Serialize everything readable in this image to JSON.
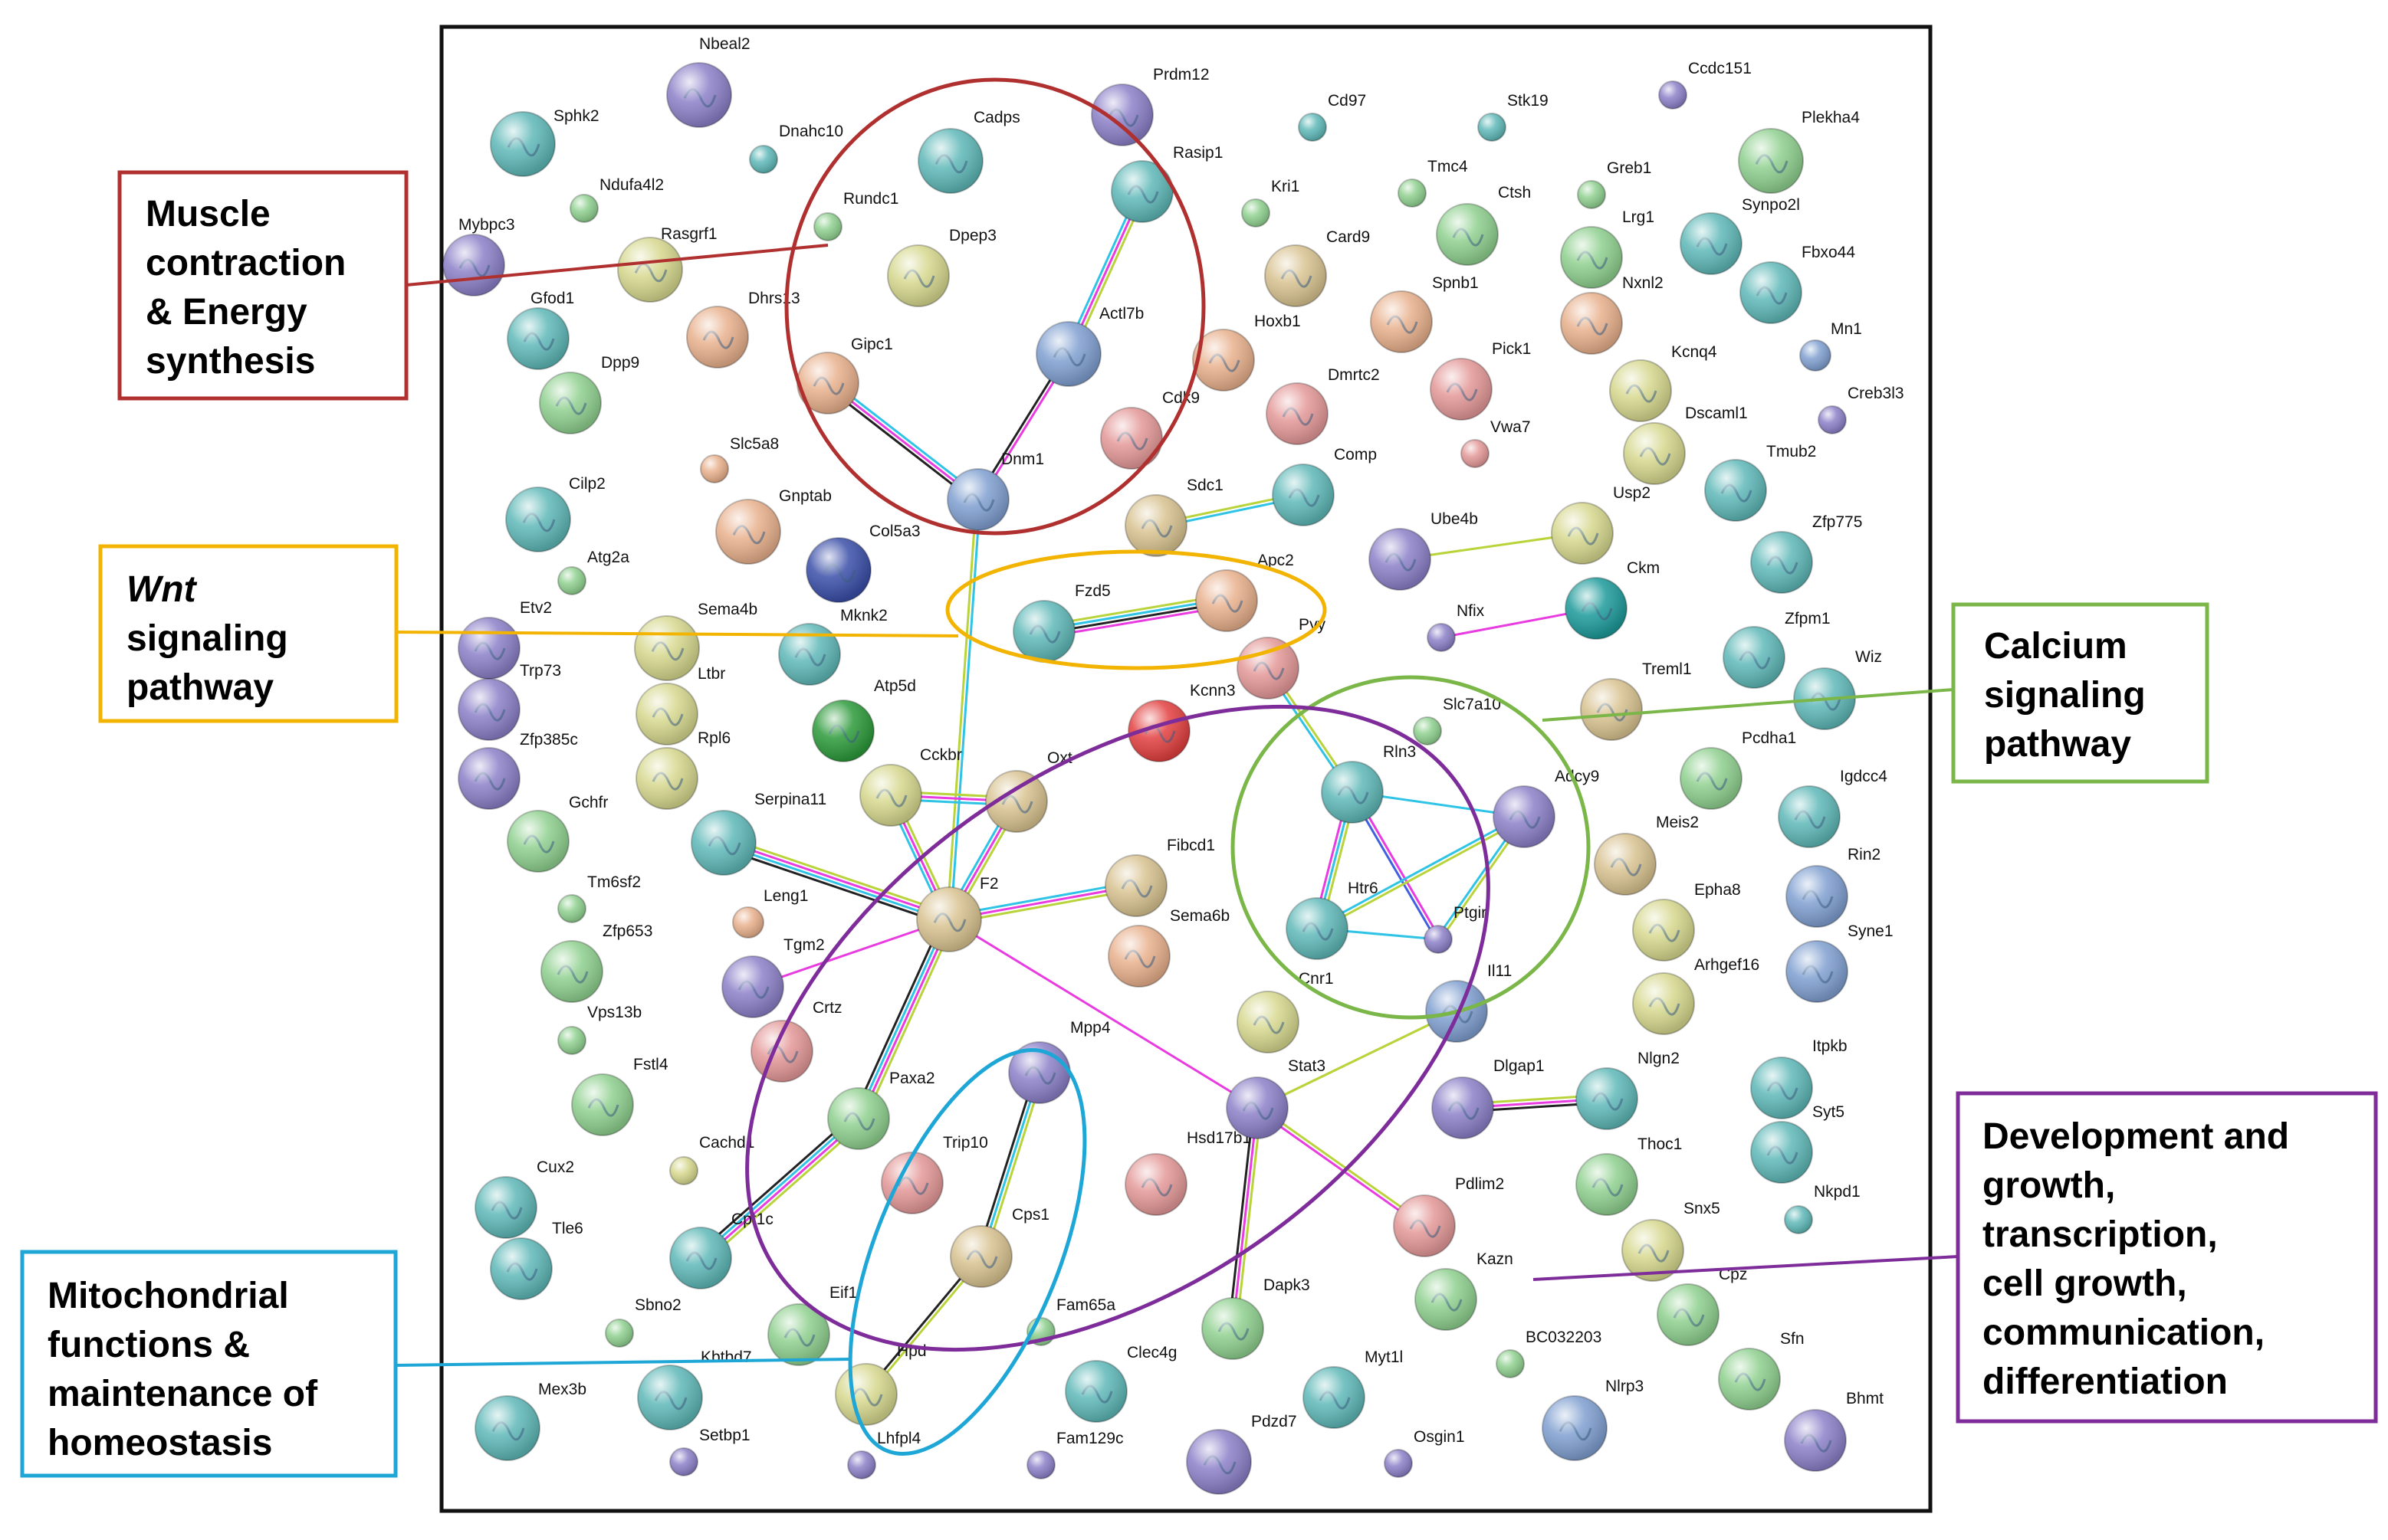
{
  "nodes": [
    {
      "id": "Nbeal2",
      "color": "purple"
    },
    {
      "id": "Sphk2",
      "color": "teal"
    },
    {
      "id": "Dnahc10",
      "color": "teal"
    },
    {
      "id": "Ndufa4l2",
      "color": "green"
    },
    {
      "id": "Mybpc3",
      "color": "purple"
    },
    {
      "id": "Rasgrf1",
      "color": "olive"
    },
    {
      "id": "Gfod1",
      "color": "teal"
    },
    {
      "id": "Dhrs13",
      "color": "orange"
    },
    {
      "id": "Dpp9",
      "color": "green"
    },
    {
      "id": "Slc5a8",
      "color": "orange"
    },
    {
      "id": "Cilp2",
      "color": "teal"
    },
    {
      "id": "Gnptab",
      "color": "orange"
    },
    {
      "id": "Col5a3",
      "color": "navy"
    },
    {
      "id": "Atg2a",
      "color": "green"
    },
    {
      "id": "Etv2",
      "color": "purple"
    },
    {
      "id": "Sema4b",
      "color": "olive"
    },
    {
      "id": "Mknk2",
      "color": "teal"
    },
    {
      "id": "Trp73",
      "color": "purple"
    },
    {
      "id": "Ltbr",
      "color": "olive"
    },
    {
      "id": "Zfp385c",
      "color": "purple"
    },
    {
      "id": "Rpl6",
      "color": "olive"
    },
    {
      "id": "Atp5d",
      "color": "darkgreen"
    },
    {
      "id": "Gchfr",
      "color": "green"
    },
    {
      "id": "Serpina11",
      "color": "teal"
    },
    {
      "id": "Cckbr",
      "color": "olive"
    },
    {
      "id": "Oxt",
      "color": "tan"
    },
    {
      "id": "Tm6sf2",
      "color": "green"
    },
    {
      "id": "Leng1",
      "color": "orange"
    },
    {
      "id": "Zfp653",
      "color": "green"
    },
    {
      "id": "Tgm2",
      "color": "purple"
    },
    {
      "id": "F2",
      "color": "tan"
    },
    {
      "id": "Vps13b",
      "color": "green"
    },
    {
      "id": "Crtz",
      "color": "pink"
    },
    {
      "id": "Fstl4",
      "color": "green"
    },
    {
      "id": "Cachd1",
      "color": "olive"
    },
    {
      "id": "Cux2",
      "color": "teal"
    },
    {
      "id": "Tle6",
      "color": "teal"
    },
    {
      "id": "Cpt1c",
      "color": "teal"
    },
    {
      "id": "Sbno2",
      "color": "green"
    },
    {
      "id": "Eif1",
      "color": "green"
    },
    {
      "id": "Kbtbd7",
      "color": "teal"
    },
    {
      "id": "Mex3b",
      "color": "teal"
    },
    {
      "id": "Setbp1",
      "color": "purple"
    },
    {
      "id": "Cadps",
      "color": "teal"
    },
    {
      "id": "Rundc1",
      "color": "green"
    },
    {
      "id": "Dpep3",
      "color": "olive"
    },
    {
      "id": "Gipc1",
      "color": "orange"
    },
    {
      "id": "Dnm1",
      "color": "blue"
    },
    {
      "id": "Prdm12",
      "color": "purple"
    },
    {
      "id": "Rasip1",
      "color": "teal"
    },
    {
      "id": "Actl7b",
      "color": "blue"
    },
    {
      "id": "Kri1",
      "color": "green"
    },
    {
      "id": "Card9",
      "color": "tan"
    },
    {
      "id": "Hoxb1",
      "color": "orange"
    },
    {
      "id": "Cdk9",
      "color": "pink"
    },
    {
      "id": "Dmrtc2",
      "color": "pink"
    },
    {
      "id": "Sdc1",
      "color": "tan"
    },
    {
      "id": "Comp",
      "color": "teal"
    },
    {
      "id": "Fzd5",
      "color": "teal"
    },
    {
      "id": "Apc2",
      "color": "orange"
    },
    {
      "id": "Pyy",
      "color": "pink"
    },
    {
      "id": "Kcnn3",
      "color": "red"
    },
    {
      "id": "Fibcd1",
      "color": "tan"
    },
    {
      "id": "Sema6b",
      "color": "orange"
    },
    {
      "id": "Cnr1",
      "color": "olive"
    },
    {
      "id": "Paxa2",
      "color": "green"
    },
    {
      "id": "Mpp4",
      "color": "purple"
    },
    {
      "id": "Trip10",
      "color": "pink"
    },
    {
      "id": "Cps1",
      "color": "tan"
    },
    {
      "id": "Hpd",
      "color": "olive"
    },
    {
      "id": "Lhfpl4",
      "color": "purple"
    },
    {
      "id": "Fam65a",
      "color": "green"
    },
    {
      "id": "Clec4g",
      "color": "teal"
    },
    {
      "id": "Fam129c",
      "color": "purple"
    },
    {
      "id": "Hsd17b1",
      "color": "pink"
    },
    {
      "id": "Stat3",
      "color": "purple"
    },
    {
      "id": "Dapk3",
      "color": "green"
    },
    {
      "id": "Pdzd7",
      "color": "purple"
    },
    {
      "id": "Myt1l",
      "color": "teal"
    },
    {
      "id": "Osgin1",
      "color": "purple"
    },
    {
      "id": "Cd97",
      "color": "teal"
    },
    {
      "id": "Stk19",
      "color": "teal"
    },
    {
      "id": "Tmc4",
      "color": "green"
    },
    {
      "id": "Ctsh",
      "color": "green"
    },
    {
      "id": "Spnb1",
      "color": "orange"
    },
    {
      "id": "Pick1",
      "color": "pink"
    },
    {
      "id": "Vwa7",
      "color": "pink"
    },
    {
      "id": "Ube4b",
      "color": "purple"
    },
    {
      "id": "Usp2",
      "color": "olive"
    },
    {
      "id": "Nfix",
      "color": "purple"
    },
    {
      "id": "Ckm",
      "color": "darkteal"
    },
    {
      "id": "Slc7a10",
      "color": "green"
    },
    {
      "id": "Rln3",
      "color": "teal"
    },
    {
      "id": "Adcy9",
      "color": "purple"
    },
    {
      "id": "Htr6",
      "color": "teal"
    },
    {
      "id": "Ptgir",
      "color": "purple"
    },
    {
      "id": "Il11",
      "color": "blue"
    },
    {
      "id": "Dlgap1",
      "color": "purple"
    },
    {
      "id": "Pdlim2",
      "color": "pink"
    },
    {
      "id": "Kazn",
      "color": "green"
    },
    {
      "id": "BC032203",
      "color": "green"
    },
    {
      "id": "Ccdc151",
      "color": "purple"
    },
    {
      "id": "Greb1",
      "color": "green"
    },
    {
      "id": "Lrg1",
      "color": "green"
    },
    {
      "id": "Nxnl2",
      "color": "orange"
    },
    {
      "id": "Kcnq4",
      "color": "olive"
    },
    {
      "id": "Dscaml1",
      "color": "olive"
    },
    {
      "id": "Plekha4",
      "color": "green"
    },
    {
      "id": "Synpo2l",
      "color": "teal"
    },
    {
      "id": "Fbxo44",
      "color": "teal"
    },
    {
      "id": "Mn1",
      "color": "blue"
    },
    {
      "id": "Creb3l3",
      "color": "purple"
    },
    {
      "id": "Tmub2",
      "color": "teal"
    },
    {
      "id": "Zfp775",
      "color": "teal"
    },
    {
      "id": "Zfpm1",
      "color": "teal"
    },
    {
      "id": "Wiz",
      "color": "teal"
    },
    {
      "id": "Treml1",
      "color": "tan"
    },
    {
      "id": "Pcdha1",
      "color": "green"
    },
    {
      "id": "Igdcc4",
      "color": "teal"
    },
    {
      "id": "Meis2",
      "color": "tan"
    },
    {
      "id": "Rin2",
      "color": "blue"
    },
    {
      "id": "Epha8",
      "color": "olive"
    },
    {
      "id": "Syne1",
      "color": "blue"
    },
    {
      "id": "Arhgef16",
      "color": "olive"
    },
    {
      "id": "Nlgn2",
      "color": "teal"
    },
    {
      "id": "Itpkb",
      "color": "teal"
    },
    {
      "id": "Syt5",
      "color": "teal"
    },
    {
      "id": "Thoc1",
      "color": "green"
    },
    {
      "id": "Nkpd1",
      "color": "teal"
    },
    {
      "id": "Snx5",
      "color": "olive"
    },
    {
      "id": "Cpz",
      "color": "green"
    },
    {
      "id": "Sfn",
      "color": "green"
    },
    {
      "id": "Nlrp3",
      "color": "blue"
    },
    {
      "id": "Bhmt",
      "color": "purple"
    }
  ],
  "edges": [
    {
      "a": "Gipc1",
      "b": "Dnm1",
      "colors": [
        "cyan",
        "magenta",
        "black"
      ]
    },
    {
      "a": "Actl7b",
      "b": "Dnm1",
      "colors": [
        "magenta",
        "black"
      ]
    },
    {
      "a": "Rasip1",
      "b": "Actl7b",
      "colors": [
        "olive",
        "magenta",
        "cyan"
      ]
    },
    {
      "a": "Dnm1",
      "b": "F2",
      "colors": [
        "cyan",
        "olive"
      ]
    },
    {
      "a": "Fzd5",
      "b": "Apc2",
      "colors": [
        "olive",
        "cyan",
        "black",
        "magenta"
      ]
    },
    {
      "a": "Sdc1",
      "b": "Comp",
      "colors": [
        "olive",
        "cyan"
      ]
    },
    {
      "a": "Ube4b",
      "b": "Usp2",
      "colors": [
        "olive"
      ]
    },
    {
      "a": "Nfix",
      "b": "Ckm",
      "colors": [
        "magenta"
      ]
    },
    {
      "a": "Pyy",
      "b": "Rln3",
      "colors": [
        "olive",
        "cyan"
      ]
    },
    {
      "a": "Rln3",
      "b": "Adcy9",
      "colors": [
        "cyan"
      ]
    },
    {
      "a": "Rln3",
      "b": "Htr6",
      "colors": [
        "olive",
        "cyan",
        "magenta"
      ]
    },
    {
      "a": "Rln3",
      "b": "Ptgir",
      "colors": [
        "magenta",
        "blue"
      ]
    },
    {
      "a": "Adcy9",
      "b": "Htr6",
      "colors": [
        "olive",
        "cyan"
      ]
    },
    {
      "a": "Adcy9",
      "b": "Ptgir",
      "colors": [
        "olive",
        "cyan"
      ]
    },
    {
      "a": "Htr6",
      "b": "Ptgir",
      "colors": [
        "cyan"
      ]
    },
    {
      "a": "Serpina11",
      "b": "F2",
      "colors": [
        "olive",
        "magenta",
        "cyan",
        "black"
      ]
    },
    {
      "a": "Cckbr",
      "b": "F2",
      "colors": [
        "olive",
        "magenta",
        "cyan"
      ]
    },
    {
      "a": "Cckbr",
      "b": "Oxt",
      "colors": [
        "olive",
        "magenta",
        "cyan"
      ]
    },
    {
      "a": "Oxt",
      "b": "F2",
      "colors": [
        "olive",
        "magenta",
        "cyan"
      ]
    },
    {
      "a": "Fibcd1",
      "b": "F2",
      "colors": [
        "olive",
        "magenta",
        "cyan"
      ]
    },
    {
      "a": "F2",
      "b": "Tgm2",
      "colors": [
        "magenta"
      ]
    },
    {
      "a": "F2",
      "b": "Paxa2",
      "colors": [
        "olive",
        "magenta",
        "cyan",
        "black"
      ]
    },
    {
      "a": "F2",
      "b": "Stat3",
      "colors": [
        "magenta"
      ]
    },
    {
      "a": "Paxa2",
      "b": "Cpt1c",
      "colors": [
        "olive",
        "magenta",
        "cyan",
        "black"
      ]
    },
    {
      "a": "Mpp4",
      "b": "Cps1",
      "colors": [
        "olive",
        "cyan",
        "black"
      ]
    },
    {
      "a": "Cps1",
      "b": "Hpd",
      "colors": [
        "olive",
        "black"
      ]
    },
    {
      "a": "Stat3",
      "b": "Il11",
      "colors": [
        "olive"
      ]
    },
    {
      "a": "Stat3",
      "b": "Pdlim2",
      "colors": [
        "olive",
        "magenta"
      ]
    },
    {
      "a": "Stat3",
      "b": "Dapk3",
      "colors": [
        "olive",
        "magenta",
        "black"
      ]
    },
    {
      "a": "Il11",
      "b": "Stat3",
      "colors": [
        "olive"
      ]
    },
    {
      "a": "Dlgap1",
      "b": "Nlgn2",
      "colors": [
        "olive",
        "magenta",
        "black"
      ]
    }
  ],
  "clusters": [
    {
      "key": "muscle",
      "title_lines": [
        "Muscle",
        "contraction",
        "& Energy",
        "synthesis"
      ],
      "color": "#b03030"
    },
    {
      "key": "wnt",
      "title_lines": [
        "Wnt",
        "signaling",
        "pathway"
      ],
      "color": "#f2b400",
      "italic_first": true
    },
    {
      "key": "calcium",
      "title_lines": [
        "Calcium",
        "signaling",
        "pathway"
      ],
      "color": "#7ab648"
    },
    {
      "key": "development",
      "title_lines": [
        "Development and",
        "growth,",
        "transcription,",
        "cell growth,",
        "communication,",
        "differentiation"
      ],
      "color": "#7d2c9a"
    },
    {
      "key": "mito",
      "title_lines": [
        "Mitochondrial",
        "functions &",
        "maintenance of",
        "homeostasis"
      ],
      "color": "#1ea7d6"
    }
  ],
  "palette": {
    "purple": "#8b80c8",
    "teal": "#5fb8b8",
    "green": "#8fd08f",
    "olive": "#d6d88e",
    "orange": "#e8b08c",
    "navy": "#3a4ea8",
    "darkgreen": "#2c9a3a",
    "tan": "#d8c290",
    "pink": "#e49898",
    "red": "#e34040",
    "blue": "#7f9fd0",
    "darkteal": "#1d9a9a",
    "edge_olive": "#b8d43a",
    "edge_cyan": "#2fc4e6",
    "edge_magenta": "#e83ce0",
    "edge_black": "#222222",
    "edge_blue": "#4060e0"
  }
}
